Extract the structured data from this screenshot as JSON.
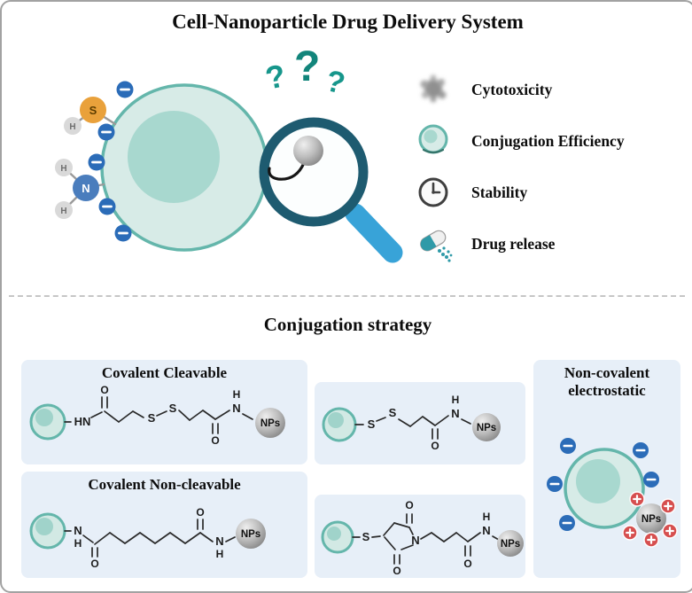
{
  "header": {
    "title": "Cell-Nanoparticle Drug Delivery System"
  },
  "hero": {
    "question_mark": "?"
  },
  "legend": {
    "items": [
      {
        "name": "cytotoxicity",
        "label": "Cytotoxicity"
      },
      {
        "name": "conjugation-efficiency",
        "label": "Conjugation Efficiency"
      },
      {
        "name": "stability",
        "label": "Stability"
      },
      {
        "name": "drug-release",
        "label": "Drug release"
      }
    ]
  },
  "section": {
    "title": "Conjugation strategy"
  },
  "panels": {
    "cleavable": {
      "title": "Covalent Cleavable"
    },
    "noncleavable": {
      "title": "Covalent Non-cleavable"
    },
    "electrostatic": {
      "title_line1": "Non-covalent",
      "title_line2": "electrostatic"
    }
  },
  "atoms": {
    "S": "S",
    "N": "N",
    "H": "H",
    "O": "O",
    "HN": "HN",
    "NPs": "NPs"
  },
  "colors": {
    "cell_fill": "#d7ebe7",
    "cell_stroke": "#64b6ab",
    "nucleus": "#a8d8cf",
    "negative_charge": "#2b6cb8",
    "positive_charge": "#d64f4f",
    "thiol_sulfur": "#e9a13b",
    "amine_nitrogen": "#4a7dbd",
    "magnifier_ring": "#1e5b70",
    "magnifier_handle": "#38a3d8",
    "question_marks": "#16968b",
    "panel_background": "#e7eff8"
  }
}
